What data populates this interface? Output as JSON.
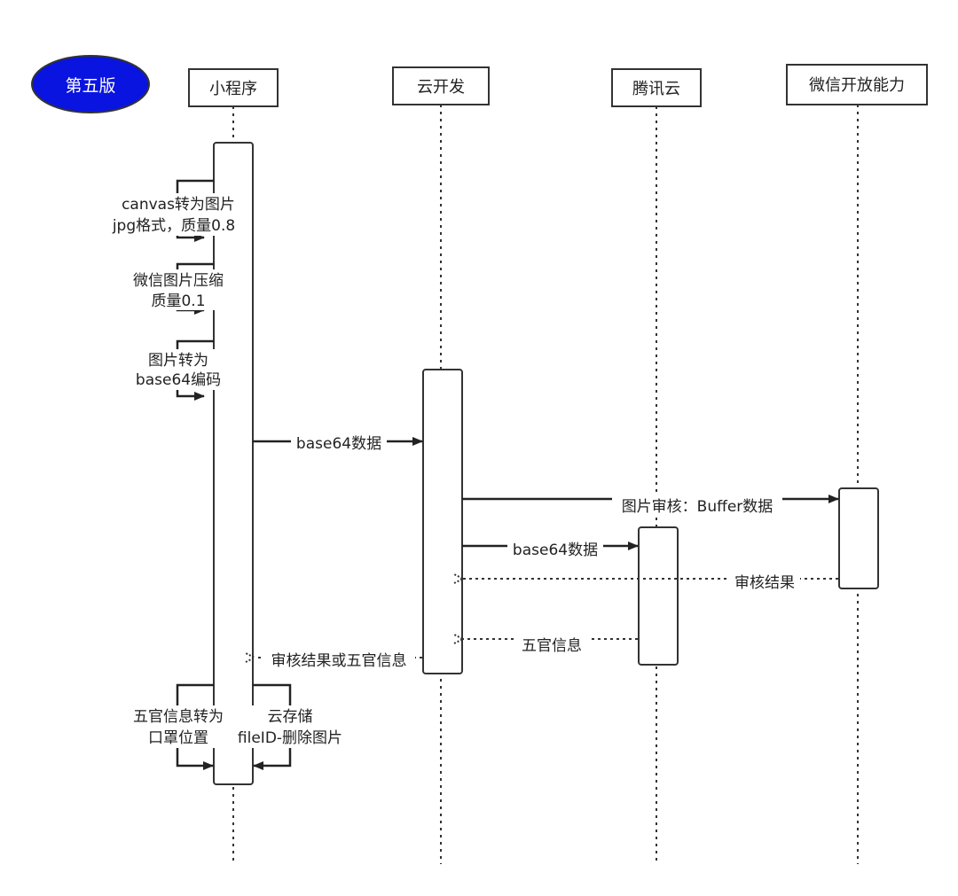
{
  "version_badge": {
    "label": "第五版",
    "color": "#0a14e0"
  },
  "participants": [
    {
      "id": "miniprogram",
      "label": "小程序"
    },
    {
      "id": "cloud-dev",
      "label": "云开发"
    },
    {
      "id": "tencent-cloud",
      "label": "腾讯云"
    },
    {
      "id": "wechat-open",
      "label": "微信开放能力"
    }
  ],
  "self_notes": {
    "canvas": {
      "line1": "canvas转为图片",
      "line2": "jpg格式，质量0.8"
    },
    "compress": {
      "line1": "微信图片压缩",
      "line2": "质量0.1"
    },
    "base64": {
      "line1": "图片转为",
      "line2": "base64编码"
    },
    "mask": {
      "line1": "五官信息转为",
      "line2": "口罩位置"
    },
    "storage": {
      "line1": "云存储",
      "line2": "fileID-删除图片"
    }
  },
  "messages": {
    "m1": {
      "label": "base64数据"
    },
    "m2": {
      "label": "图片审核：Buffer数据"
    },
    "m3": {
      "label": "base64数据"
    },
    "r1": {
      "label": "审核结果"
    },
    "r2": {
      "label": "五官信息"
    },
    "r3": {
      "label": "审核结果或五官信息"
    }
  }
}
